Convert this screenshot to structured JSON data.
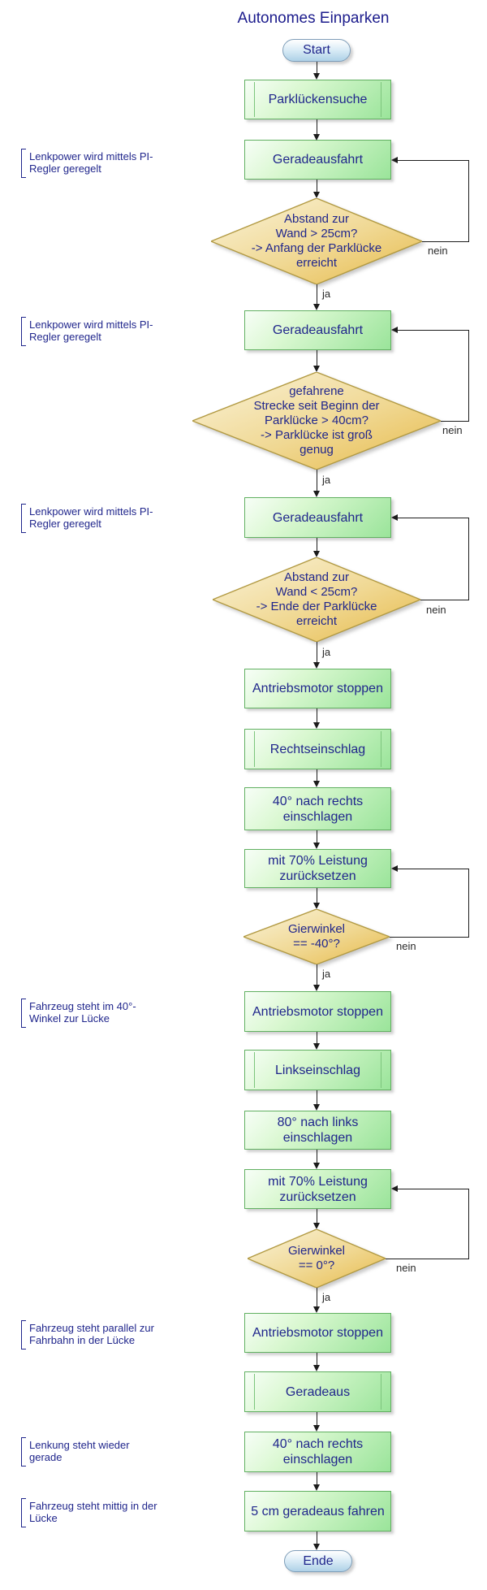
{
  "title": "Autonomes Einparken",
  "edge_labels": {
    "yes": "ja",
    "no": "nein"
  },
  "colors": {
    "process_fill_light": "#f7fef7",
    "process_fill_dark": "#9ae49a",
    "process_border": "#61b061",
    "decision_fill_light": "#faf3da",
    "decision_fill_dark": "#e7ba49",
    "decision_border": "#b29a43",
    "terminal_fill": "#aed1e7",
    "terminal_border": "#7e9db8",
    "text": "#20268c",
    "connector": "#1c1c1c"
  },
  "nodes": [
    {
      "id": "start",
      "type": "terminal",
      "text": "Start"
    },
    {
      "id": "parklueckensuche",
      "type": "predefined-process",
      "text": "Parklückensuche"
    },
    {
      "id": "geradeausfahrt-1",
      "type": "process",
      "text": "Geradeausfahrt"
    },
    {
      "id": "decision-anfang-parkluecke",
      "type": "decision",
      "text": "Abstand zur\nWand > 25cm?\n-> Anfang der Parklücke\nerreicht"
    },
    {
      "id": "geradeausfahrt-2",
      "type": "process",
      "text": "Geradeausfahrt"
    },
    {
      "id": "decision-parkluecke-gross",
      "type": "decision",
      "text": "gefahrene\nStrecke seit Beginn der\nParklücke > 40cm?\n-> Parklücke ist groß\ngenug"
    },
    {
      "id": "geradeausfahrt-3",
      "type": "process",
      "text": "Geradeausfahrt"
    },
    {
      "id": "decision-ende-parkluecke",
      "type": "decision",
      "text": "Abstand zur\nWand < 25cm?\n-> Ende der Parklücke\nerreicht"
    },
    {
      "id": "antriebsmotor-stoppen-1",
      "type": "process",
      "text": "Antriebsmotor stoppen"
    },
    {
      "id": "rechtseinschlag",
      "type": "predefined-process",
      "text": "Rechtseinschlag"
    },
    {
      "id": "rechts-einschlagen-1",
      "type": "process",
      "text": "40° nach rechts\neinschlagen"
    },
    {
      "id": "zuruecksetzen-1",
      "type": "process",
      "text": "mit 70% Leistung\nzurücksetzen"
    },
    {
      "id": "decision-gierwinkel-minus-40",
      "type": "decision",
      "text": "Gierwinkel\n== -40°?"
    },
    {
      "id": "antriebsmotor-stoppen-2",
      "type": "process",
      "text": "Antriebsmotor stoppen"
    },
    {
      "id": "linkseinschlag",
      "type": "predefined-process",
      "text": "Linkseinschlag"
    },
    {
      "id": "links-einschlagen",
      "type": "process",
      "text": "80° nach links\neinschlagen"
    },
    {
      "id": "zuruecksetzen-2",
      "type": "process",
      "text": "mit 70% Leistung\nzurücksetzen"
    },
    {
      "id": "decision-gierwinkel-0",
      "type": "decision",
      "text": "Gierwinkel\n== 0°?"
    },
    {
      "id": "antriebsmotor-stoppen-3",
      "type": "process",
      "text": "Antriebsmotor stoppen"
    },
    {
      "id": "geradeaus",
      "type": "predefined-process",
      "text": "Geradeaus"
    },
    {
      "id": "rechts-einschlagen-2",
      "type": "process",
      "text": "40° nach rechts\neinschlagen"
    },
    {
      "id": "fuenf-cm-fahren",
      "type": "process",
      "text": "5 cm geradeaus fahren"
    },
    {
      "id": "ende",
      "type": "terminal",
      "text": "Ende"
    }
  ],
  "annotations": [
    {
      "text": "Lenkpower wird mittels PI-\nRegler geregelt"
    },
    {
      "text": "Lenkpower wird mittels PI-\nRegler geregelt"
    },
    {
      "text": "Lenkpower wird mittels PI-\nRegler geregelt"
    },
    {
      "text": "Fahrzeug steht im 40°-\nWinkel zur Lücke"
    },
    {
      "text": "Fahrzeug steht parallel zur\nFahrbahn in der Lücke"
    },
    {
      "text": "Lenkung steht wieder\ngerade"
    },
    {
      "text": "Fahrzeug steht mittig in der\nLücke"
    }
  ]
}
